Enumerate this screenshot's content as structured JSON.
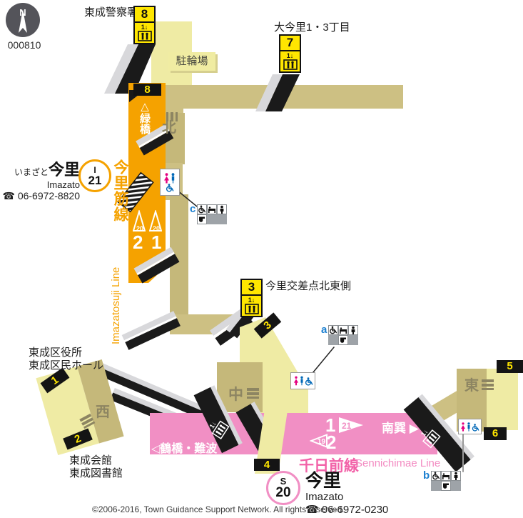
{
  "meta": {
    "map_id": "000810",
    "copyright": "©2006-2016, Town Guidance Support Network. All rights reserved."
  },
  "compass": {
    "label": "N"
  },
  "icons": {
    "escalator_label": "1↓",
    "arrow_right": "▶"
  },
  "poi": {
    "police": "東成警察署",
    "oimazato": "大今里1・3丁目",
    "bicycle": "駐輪場",
    "ward_office": "東成区役所",
    "ward_hall": "東成区民ホール",
    "kaikan": "東成会館",
    "library": "東成図書館",
    "crossing": "今里交差点北東側"
  },
  "areas": {
    "north": "北",
    "middle": "中",
    "west": "西",
    "east": "東"
  },
  "exits": {
    "e1": {
      "number": "1"
    },
    "e2": {
      "number": "2"
    },
    "e3": {
      "number": "3"
    },
    "e4": {
      "number": "4"
    },
    "e5": {
      "number": "5"
    },
    "e6": {
      "number": "6"
    },
    "e7": {
      "number": "7"
    },
    "e8": {
      "number": "8"
    }
  },
  "imazatosuji": {
    "name_kana": "いまざと",
    "name": "今里",
    "name_en": "Imazato",
    "phone": "☎ 06-6972-8820",
    "badge_letter": "I",
    "badge_number": "21",
    "line_name": "今里筋線",
    "line_name_en": "Imazatosuji Line",
    "direction": "△緑橋",
    "platform_left": "2",
    "platform_right": "1",
    "next_code_left": "20",
    "next_code_right": "20"
  },
  "sennichimae": {
    "name": "今里",
    "name_en": "Imazato",
    "phone": "☎ 06-6972-0230",
    "badge_letter": "S",
    "badge_number": "20",
    "line_name": "千日前線",
    "line_name_en": "Sennichimae Line",
    "dir_left": "◁鶴橋・難波",
    "dir_right": "南巽",
    "next_code_left": "19",
    "next_code_right": "21",
    "platform_top": "1",
    "platform_bottom": "2"
  },
  "facilities": {
    "a": "a",
    "b": "b",
    "c": "c"
  },
  "colors": {
    "imazatosuji_orange": "#F5A200",
    "sennichimae_pink": "#F18FC4",
    "sennichimae_text_pink": "#F262A8",
    "exit_sign_yellow": "#FFE600",
    "public_pale_yellow": "#EFEBA4",
    "concourse_khaki": "#CDC083",
    "concourse_dark_khaki": "#C5B87A",
    "area_label_text": "#8D8562",
    "facility_letter_blue": "#1B7FD0",
    "toilet_man_blue": "#0068B7",
    "toilet_woman_pink": "#E4007F"
  }
}
